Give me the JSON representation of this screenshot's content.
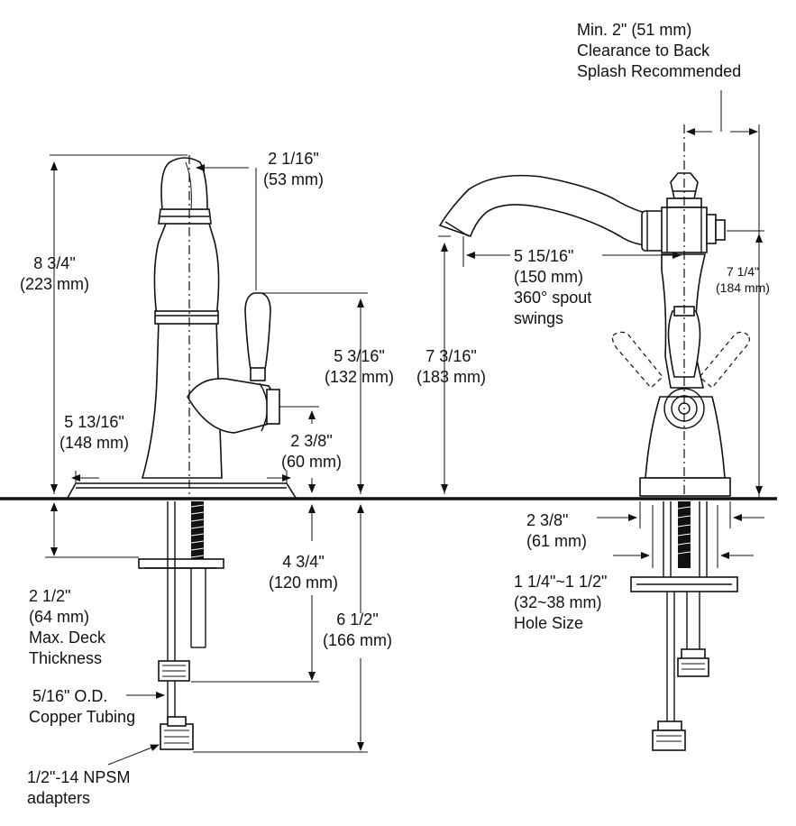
{
  "labels": {
    "clearance_min": "Min. 2\" (51 mm)",
    "clearance_back": "Clearance to Back",
    "clearance_rec": "Splash Recommended",
    "spout_reach_in": "2 1/16\"",
    "spout_reach_mm": "(53 mm)",
    "height_in": "8 3/4\"",
    "height_mm": "(223 mm)",
    "handle_height_in": "5 3/16\"",
    "handle_height_mm": "(132 mm)",
    "spout_height_in": "7 3/16\"",
    "spout_height_mm": "(183 mm)",
    "spout_len_in": "5 15/16\"",
    "spout_len_mm": "(150 mm)",
    "spout_swing": "360° spout",
    "spout_swing2": "swings",
    "body_height_in": "7 1/4\"",
    "body_height_mm": "(184 mm)",
    "base_width_in": "5 13/16\"",
    "base_width_mm": "(148 mm)",
    "valve_height_in": "2 3/8\"",
    "valve_height_mm": "(60 mm)",
    "shank_in": "4 3/4\"",
    "shank_mm": "(120 mm)",
    "deck_in": "2 1/2\"",
    "deck_mm": "(64 mm)",
    "deck_max": "Max. Deck",
    "deck_thick": "Thickness",
    "below_in": "6 1/2\"",
    "below_mm": "(166 mm)",
    "base_dia_in": "2 3/8\"",
    "base_dia_mm": "(61 mm)",
    "hole_in": "1 1/4\"~1 1/2\"",
    "hole_mm": "(32~38 mm)",
    "hole_size": "Hole Size",
    "tubing_1": "5/16\" O.D.",
    "tubing_2": "Copper Tubing",
    "adapter_1": "1/2\"-14 NPSM",
    "adapter_2": "adapters"
  }
}
